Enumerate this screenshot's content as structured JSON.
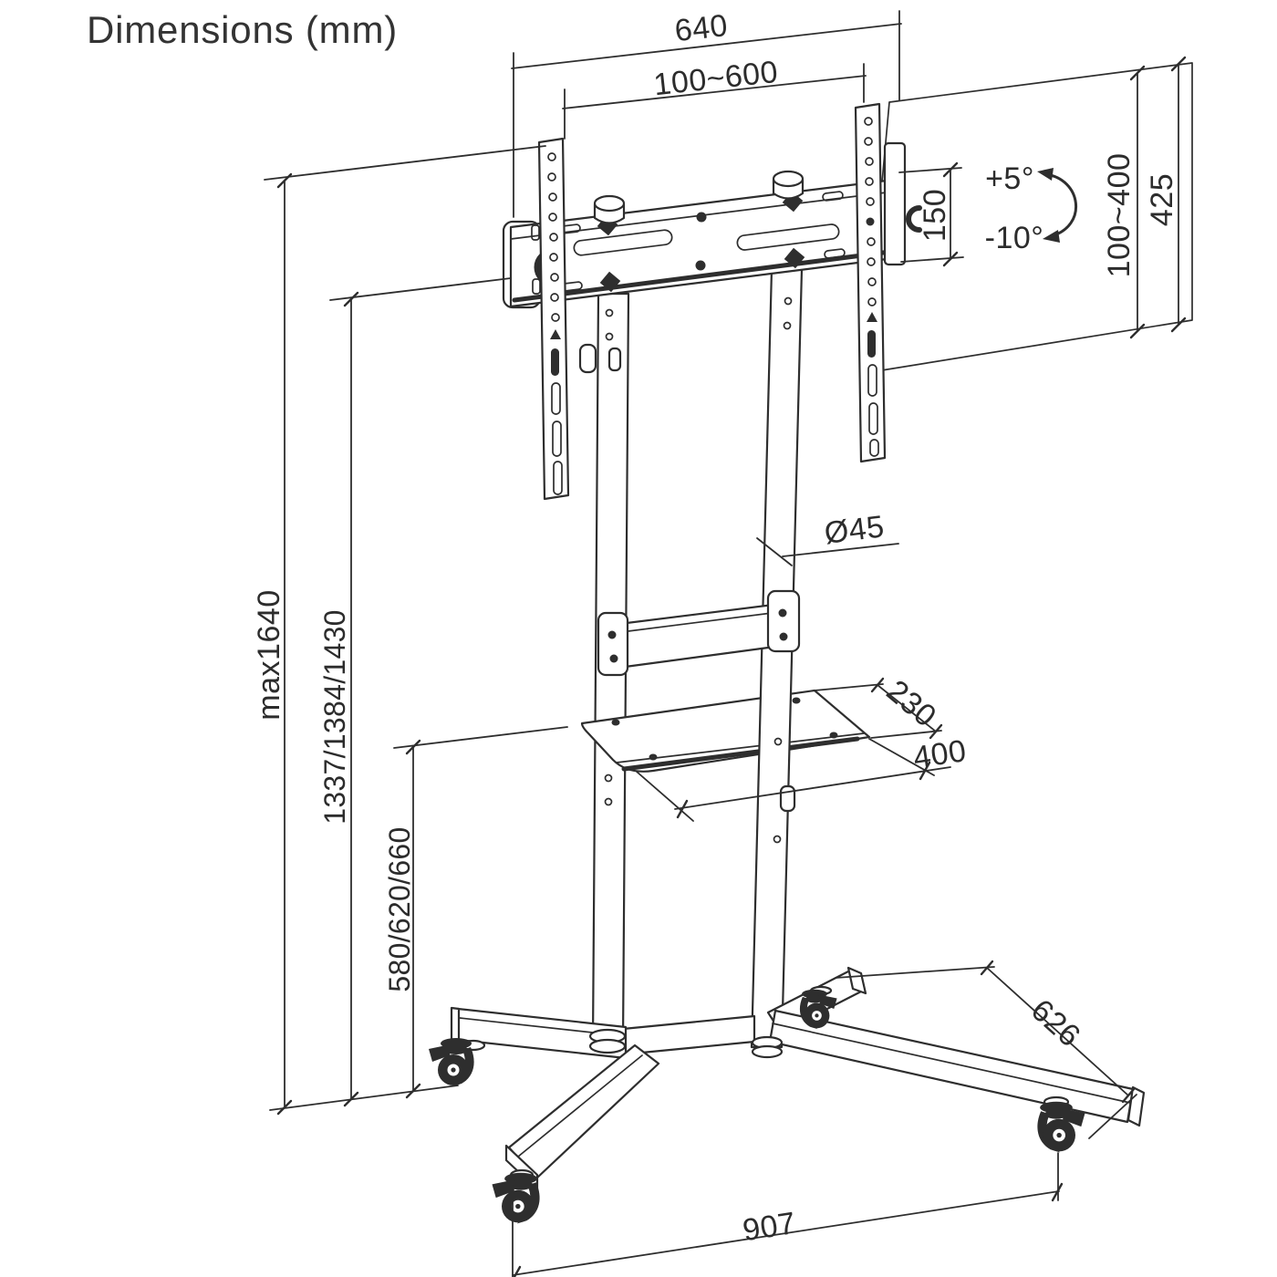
{
  "title": "Dimensions (mm)",
  "diagram": {
    "subject": "Mobile TV floor stand with tilting mount bracket, media shelf and locking casters",
    "units": "mm",
    "line_color": "#2e2e2e",
    "background_color": "#ffffff"
  },
  "dimensions": {
    "bracket_total_width": "640",
    "vesa_width_range": "100~600",
    "bracket_plate_offset": "150",
    "tilt_up": "+5°",
    "tilt_down": "-10°",
    "vesa_height_range": "100~400",
    "bracket_total_height": "425",
    "pole_diameter": "Ø45",
    "max_overall_height": "max1640",
    "mount_height_options": "1337/1384/1430",
    "shelf_height_options": "580/620/660",
    "shelf_depth": "230",
    "shelf_width": "400",
    "base_depth": "626",
    "base_width": "907"
  }
}
